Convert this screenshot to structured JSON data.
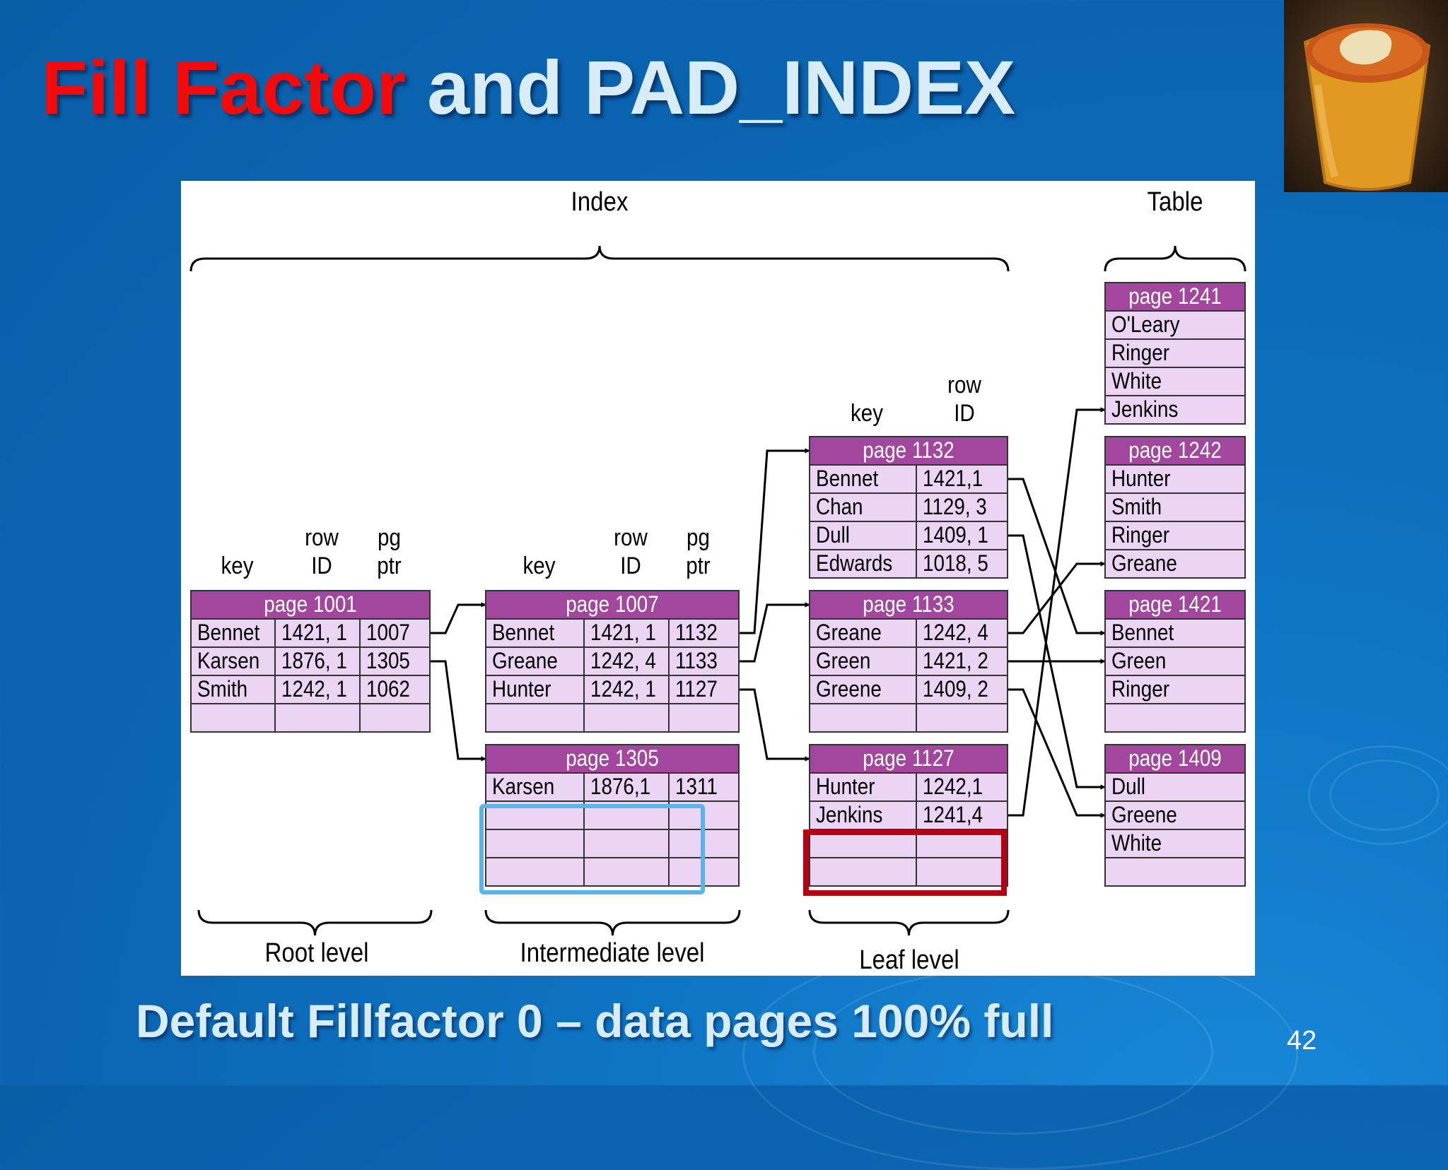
{
  "slide": {
    "title_highlight": "Fill Factor",
    "title_rest": " and PAD_INDEX",
    "caption": "Default Fillfactor 0 – data pages 100% full",
    "page_number": "42"
  },
  "diagram": {
    "labels": {
      "index": "Index",
      "table": "Table",
      "root_level": "Root level",
      "intermediate_level": "Intermediate level",
      "leaf_level": "Leaf level"
    },
    "headers": {
      "key": "key",
      "row": "row",
      "id": "ID",
      "pg": "pg",
      "ptr": "ptr"
    },
    "root_page": {
      "title": "page 1001",
      "rows": [
        {
          "key": "Bennet",
          "rid": "1421, 1",
          "ptr": "1007"
        },
        {
          "key": "Karsen",
          "rid": "1876, 1",
          "ptr": "1305"
        },
        {
          "key": "Smith",
          "rid": "1242, 1",
          "ptr": "1062"
        },
        {
          "key": "",
          "rid": "",
          "ptr": ""
        }
      ]
    },
    "intermediate_pages": [
      {
        "title": "page 1007",
        "rows": [
          {
            "key": "Bennet",
            "rid": "1421, 1",
            "ptr": "1132"
          },
          {
            "key": "Greane",
            "rid": "1242, 4",
            "ptr": "1133"
          },
          {
            "key": "Hunter",
            "rid": "1242, 1",
            "ptr": "1127"
          },
          {
            "key": "",
            "rid": "",
            "ptr": ""
          }
        ]
      },
      {
        "title": "page 1305",
        "rows": [
          {
            "key": "Karsen",
            "rid": "1876,1",
            "ptr": "1311"
          },
          {
            "key": "",
            "rid": "",
            "ptr": ""
          },
          {
            "key": "",
            "rid": "",
            "ptr": ""
          },
          {
            "key": "",
            "rid": "",
            "ptr": ""
          }
        ]
      }
    ],
    "leaf_pages": [
      {
        "title": "page 1132",
        "rows": [
          {
            "key": "Bennet",
            "rid": "1421,1"
          },
          {
            "key": "Chan",
            "rid": "1129, 3"
          },
          {
            "key": "Dull",
            "rid": "1409, 1"
          },
          {
            "key": "Edwards",
            "rid": "1018, 5"
          }
        ]
      },
      {
        "title": "page 1133",
        "rows": [
          {
            "key": "Greane",
            "rid": "1242, 4"
          },
          {
            "key": "Green",
            "rid": "1421, 2"
          },
          {
            "key": "Greene",
            "rid": "1409, 2"
          },
          {
            "key": "",
            "rid": ""
          }
        ]
      },
      {
        "title": "page 1127",
        "rows": [
          {
            "key": "Hunter",
            "rid": "1242,1"
          },
          {
            "key": "Jenkins",
            "rid": "1241,4"
          },
          {
            "key": "",
            "rid": ""
          },
          {
            "key": "",
            "rid": ""
          }
        ]
      }
    ],
    "table_pages": [
      {
        "title": "page 1241",
        "rows": [
          "O'Leary",
          "Ringer",
          "White",
          "Jenkins"
        ]
      },
      {
        "title": "page 1242",
        "rows": [
          "Hunter",
          "Smith",
          "Ringer",
          "Greane"
        ]
      },
      {
        "title": "page 1421",
        "rows": [
          "Bennet",
          "Green",
          "Ringer",
          ""
        ]
      },
      {
        "title": "page 1409",
        "rows": [
          "Dull",
          "Greene",
          "White",
          ""
        ]
      }
    ],
    "colors": {
      "header_fill": "#a2479d",
      "cell_fill": "#ecd4f4",
      "cyan_highlight": "#5ab4ec",
      "red_highlight": "#b60014"
    }
  }
}
